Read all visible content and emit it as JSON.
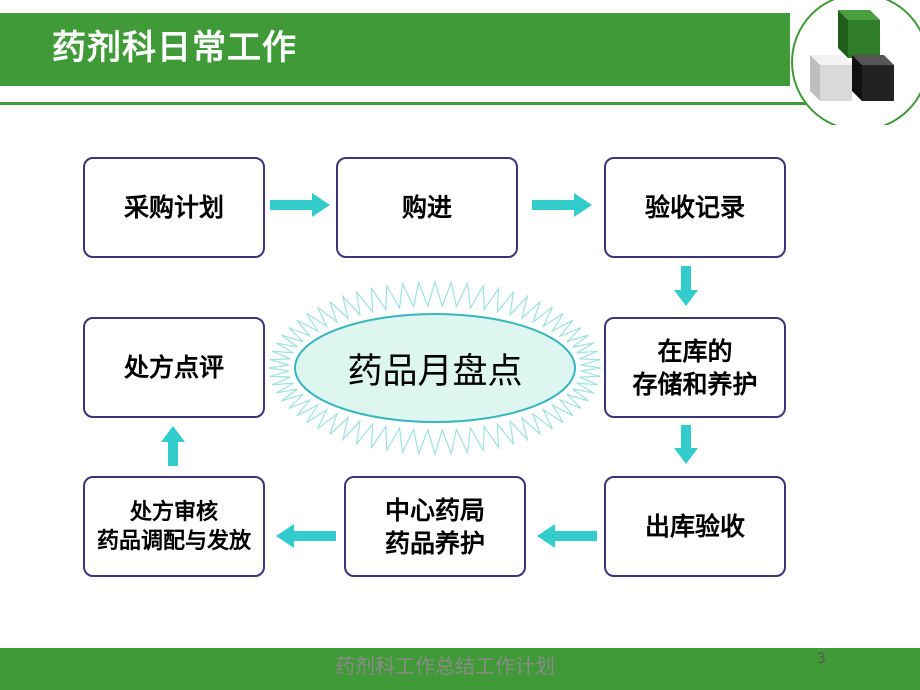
{
  "header": {
    "title": "药剂科日常工作"
  },
  "flow": {
    "procurement_plan": "采购计划",
    "purchase": "购进",
    "acceptance_record": "验收记录",
    "storage_maintenance": "在库的\n存储和养护",
    "outbound_acceptance": "出库验收",
    "central_pharmacy": "中心药局\n药品养护",
    "prescription_dispensing": "处方审核\n药品调配与发放",
    "prescription_review": "处方点评",
    "center": "药品月盘点"
  },
  "colors": {
    "green": "#3f9a37",
    "arrow": "#33cccc",
    "box_border": "#3c3478",
    "ellipse_fill": "#ddf6ef",
    "ellipse_stroke": "#37b6bf"
  },
  "footer": {
    "text": "药剂科工作总结工作计划",
    "page": "3"
  }
}
